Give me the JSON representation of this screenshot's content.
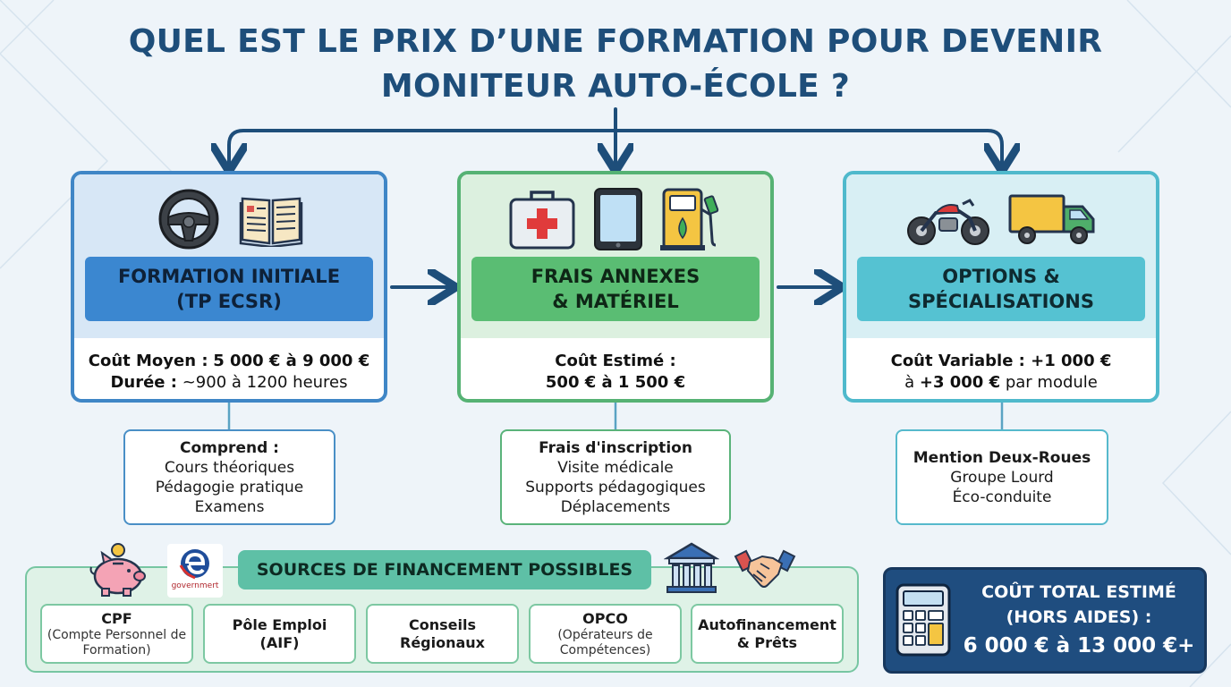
{
  "title": {
    "line1": "QUEL EST LE PRIX D’UNE FORMATION POUR DEVENIR",
    "line2": "MONITEUR AUTO-ÉCOLE ?"
  },
  "cards": [
    {
      "header_line1": "FORMATION INITIALE",
      "header_line2": "(TP ECSR)",
      "line1_label": "Coût Moyen :",
      "line1_value": "5 000 € à 9 000 €",
      "line2_label": "Durée :",
      "line2_value": "~900 à 1200 heures",
      "icons": [
        "steering-wheel-icon",
        "open-book-icon"
      ]
    },
    {
      "header_line1": "FRAIS ANNEXES",
      "header_line2": "& MATÉRIEL",
      "line1": "Coût Estimé :",
      "line2": "500 € à 1 500 €",
      "icons": [
        "first-aid-kit-icon",
        "tablet-icon",
        "fuel-pump-icon"
      ]
    },
    {
      "header_line1": "OPTIONS &",
      "header_line2": "SPÉCIALISATIONS",
      "line1": "Coût Variable : +1 000 €",
      "line2_a": "à",
      "line2_b": "+3 000 €",
      "line2_c": "par module",
      "icons": [
        "motorcycle-icon",
        "truck-icon"
      ]
    }
  ],
  "details": [
    {
      "heading": "Comprend :",
      "items": [
        "Cours théoriques",
        "Pédagogie pratique",
        "Examens"
      ]
    },
    {
      "heading": "Frais d'inscription",
      "items": [
        "Visite médicale",
        "Supports pédagogiques",
        "Déplacements"
      ]
    },
    {
      "heading": "Mention Deux-Roues",
      "items": [
        "Groupe Lourd",
        "Éco-conduite"
      ]
    }
  ],
  "funding": {
    "title": "SOURCES DE FINANCEMENT POSSIBLES",
    "logo_text": "governmert",
    "items": [
      {
        "main": "CPF",
        "sub": "(Compte Personnel de Formation)"
      },
      {
        "main": "Pôle Emploi (AIF)",
        "sub": ""
      },
      {
        "main": "Conseils Régionaux",
        "sub": ""
      },
      {
        "main": "OPCO",
        "sub": "(Opérateurs de Compétences)"
      },
      {
        "main": "Autofinancement & Prêts",
        "sub": ""
      }
    ],
    "icons": [
      "piggy-bank-icon",
      "government-logo",
      "bank-building-icon",
      "handshake-icon"
    ]
  },
  "total": {
    "line1": "COÛT TOTAL ESTIMÉ",
    "line2": "(HORS AIDES) :",
    "line3": "6 000 € à 13 000 €+",
    "icon": "calculator-icon"
  },
  "colors": {
    "title": "#1e4e7a",
    "card1": "#3b87d0",
    "card2": "#5abd73",
    "card3": "#55c2d2",
    "funding": "#5ec0a6",
    "total": "#1f4d7f",
    "arrows": "#1e4e7a"
  }
}
